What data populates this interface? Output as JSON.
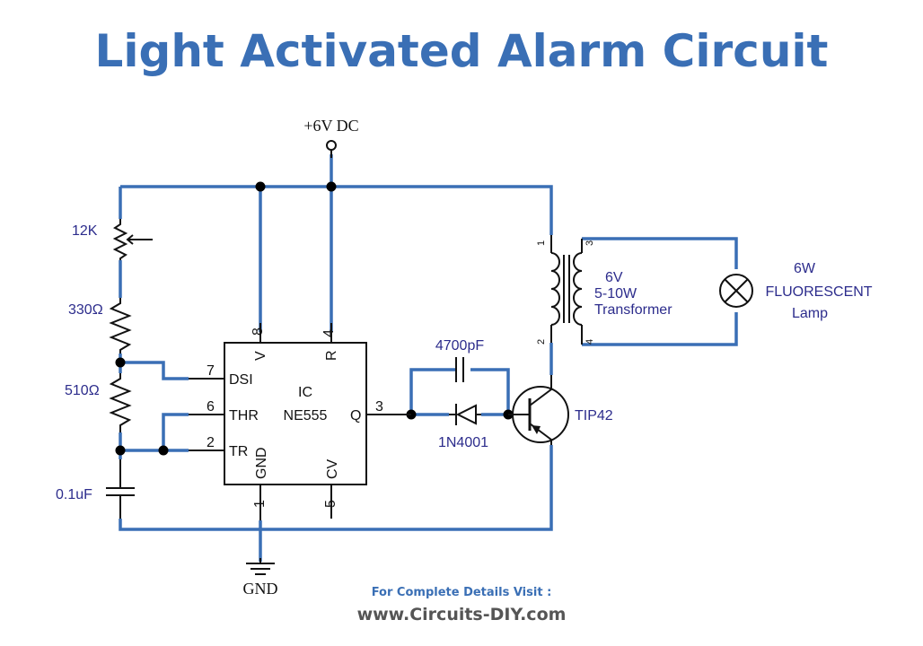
{
  "title": "Light Activated Alarm Circuit",
  "supply_label": "+6V DC",
  "ground_label": "GND",
  "components": {
    "pot": "12K",
    "r1": "330Ω",
    "r2": "510Ω",
    "cap_timing": "0.1uF",
    "cap_feedback": "4700pF",
    "diode": "1N4001",
    "transistor": "TIP42",
    "ic_line1": "IC",
    "ic_line2": "NE555",
    "transformer_line1": "6V",
    "transformer_line2": "5-10W",
    "transformer_line3": "Transformer",
    "lamp_line1": "6W",
    "lamp_line2": "FLUORESCENT",
    "lamp_line3": "Lamp"
  },
  "ic_pins": {
    "p8_num": "8",
    "p8_name": "V",
    "p4_num": "4",
    "p4_name": "R",
    "p7_num": "7",
    "p7_name": "DSI",
    "p6_num": "6",
    "p6_name": "THR",
    "p2_num": "2",
    "p2_name": "TR",
    "p3_num": "3",
    "p3_name": "Q",
    "p1_num": "1",
    "p1_name": "GND",
    "p5_num": "5",
    "p5_name": "CV"
  },
  "transformer_pins": {
    "t1": "1",
    "t2": "2",
    "t3": "3",
    "t4": "4"
  },
  "footer": {
    "visit": "For Complete Details Visit :",
    "url": "www.Circuits-DIY.com"
  },
  "colors": {
    "wire": "#3a6fb5",
    "title": "#3a6fb5",
    "label": "#2c2c8c"
  }
}
